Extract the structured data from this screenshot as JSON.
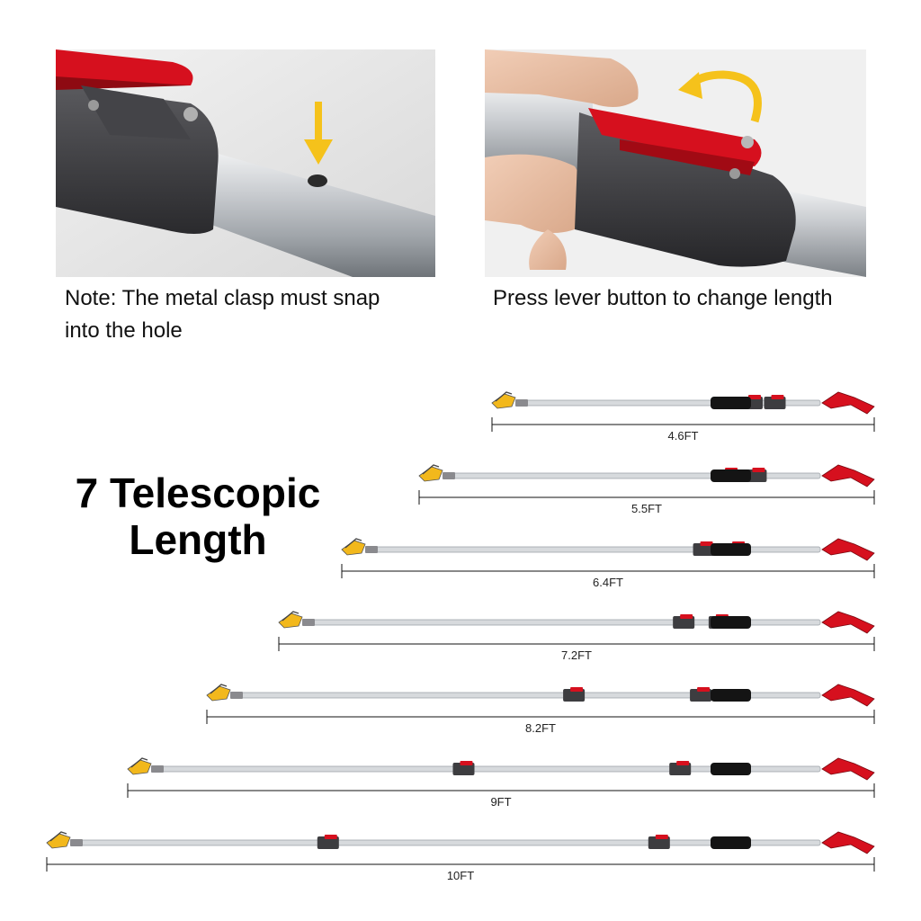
{
  "photos": {
    "left": {
      "caption_line1": "Note: The metal clasp must snap",
      "caption_line2": "into the hole",
      "arrow_color": "#f5c21b"
    },
    "right": {
      "caption": "Press lever button to change length",
      "arrow_color": "#f5c21b"
    }
  },
  "headline": {
    "line1": "7 Telescopic",
    "line2": "Length"
  },
  "colors": {
    "lever_red": "#d6101e",
    "housing_dark": "#3d3d40",
    "tube_silver": "#d7dadd",
    "grip_black": "#141414",
    "blade_yellow": "#f2b81c"
  },
  "lengths": [
    {
      "label": "4.6FT",
      "clasp_positions": [
        0.68,
        0.74
      ]
    },
    {
      "label": "5.5FT",
      "clasp_positions": [
        0.68,
        0.74
      ]
    },
    {
      "label": "6.4FT",
      "clasp_positions": [
        0.68,
        0.74
      ]
    },
    {
      "label": "7.2FT",
      "clasp_positions": [
        0.68,
        0.74
      ]
    },
    {
      "label": "8.2FT",
      "clasp_positions": [
        0.55,
        0.74
      ]
    },
    {
      "label": "9FT",
      "clasp_positions": [
        0.45,
        0.74
      ]
    },
    {
      "label": "10FT",
      "clasp_positions": [
        0.34,
        0.74
      ]
    }
  ]
}
